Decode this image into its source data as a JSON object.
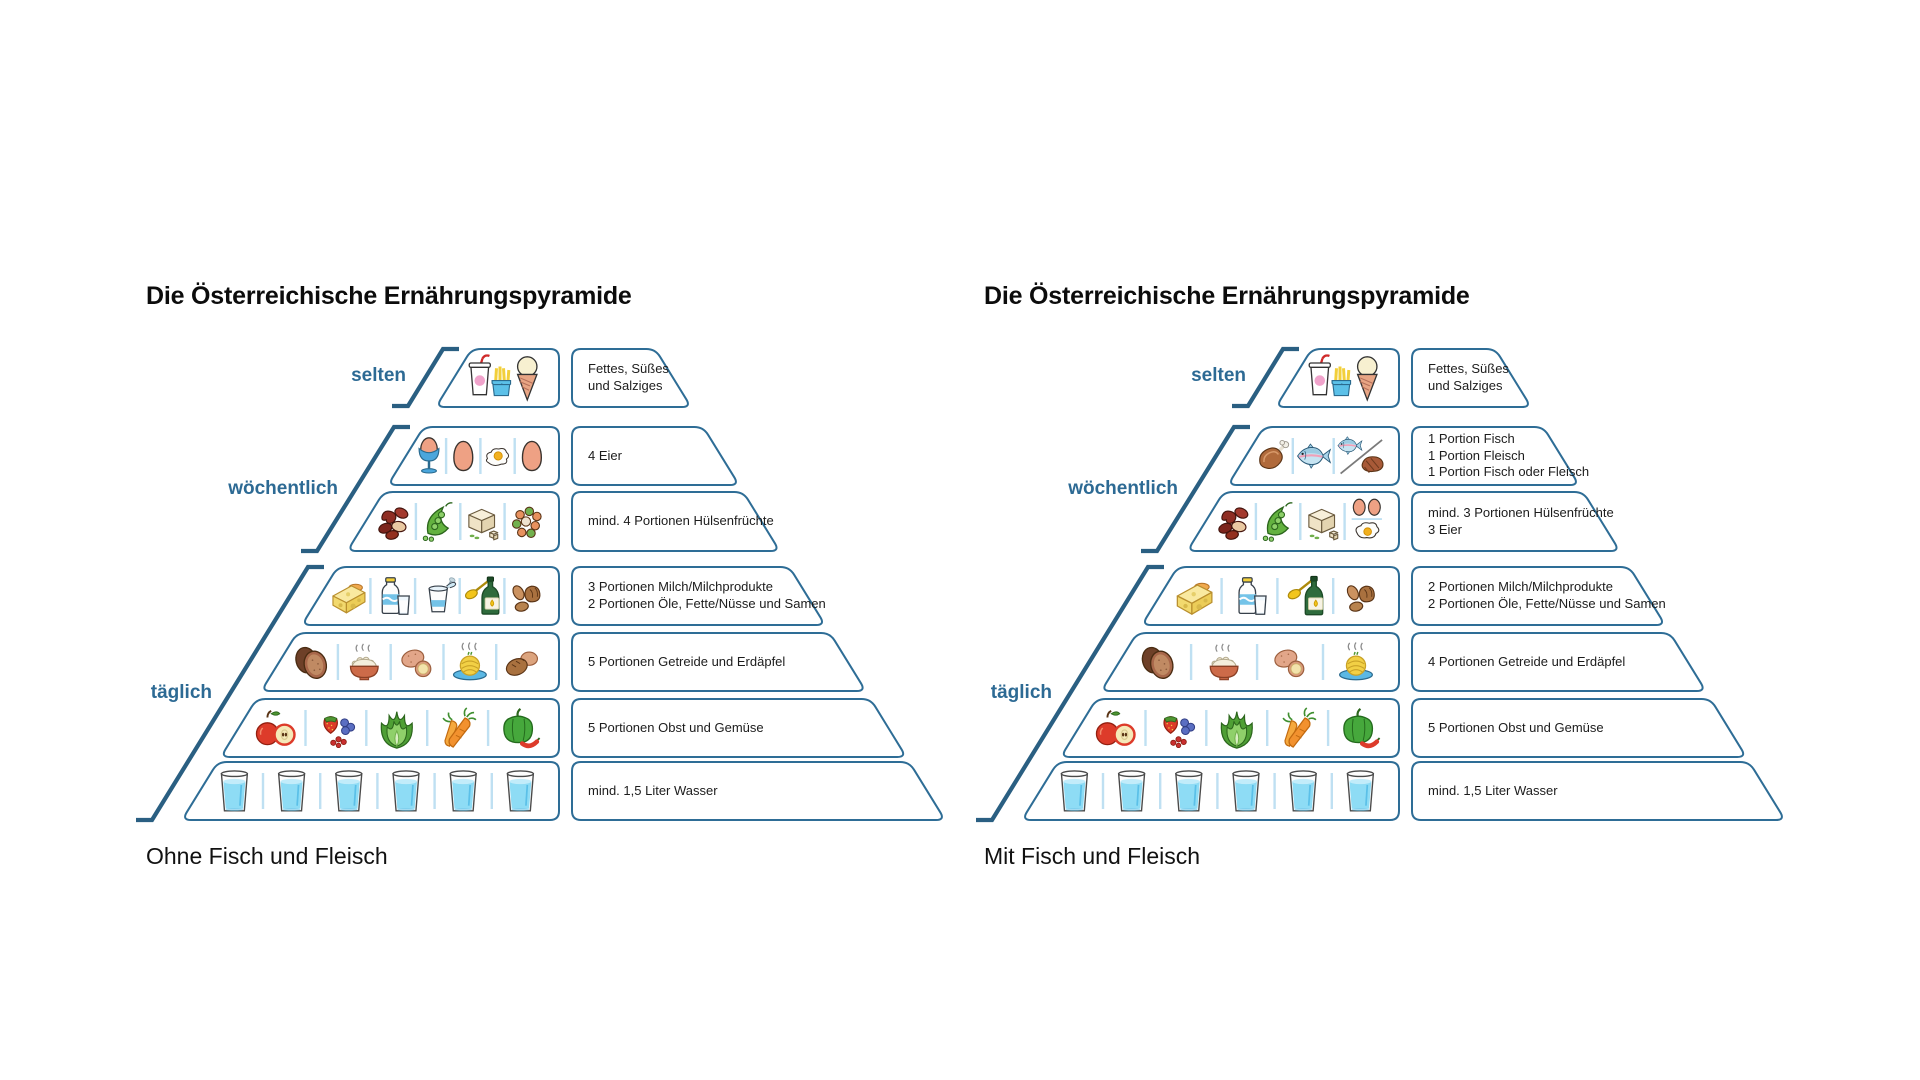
{
  "colors": {
    "box_border_blue": "#2e6d96",
    "bracket_blue": "#2a5f82",
    "divider_light_blue": "#bfe0f2",
    "frequency_label_blue": "#2d6a94",
    "water_blue": "#8edcf5",
    "text_dark": "#1c1c1c"
  },
  "left": {
    "title": "Die Österreichische Ernährungspyramide",
    "caption": "Ohne Fisch und Fleisch",
    "frequency": {
      "selten": "selten",
      "weekly": "wöchentlich",
      "daily": "täglich"
    },
    "rows": [
      {
        "name": "selten",
        "label": "Fettes, Süßes\nund Salziges",
        "icons": [
          "junk-food"
        ]
      },
      {
        "name": "eier",
        "label": "4 Eier",
        "icons": [
          "egg-cup",
          "egg",
          "fried-egg",
          "egg"
        ]
      },
      {
        "name": "huelsenfruechte",
        "label": "mind. 4 Portionen Hülsenfrüchte",
        "icons": [
          "kidney-beans",
          "pea-pod",
          "tofu",
          "mixed-beans"
        ]
      },
      {
        "name": "milch-oele",
        "label": "3 Portionen Milch/Milchprodukte\n2 Portionen Öle, Fette/Nüsse und Samen",
        "icons": [
          "cheese",
          "milk",
          "yogurt",
          "oil",
          "nuts"
        ]
      },
      {
        "name": "getreide",
        "label": "5 Portionen Getreide und Erdäpfel",
        "icons": [
          "bread",
          "rice",
          "potatoes",
          "pasta",
          "rolls"
        ]
      },
      {
        "name": "obst-gemuese",
        "label": "5 Portionen Obst und Gemüse",
        "icons": [
          "apple",
          "berries",
          "lettuce",
          "carrots",
          "pepper"
        ]
      },
      {
        "name": "wasser",
        "label": "mind. 1,5 Liter Wasser",
        "icons": [
          "water-glass",
          "water-glass",
          "water-glass",
          "water-glass",
          "water-glass",
          "water-glass"
        ]
      }
    ]
  },
  "right": {
    "title": "Die Österreichische Ernährungspyramide",
    "caption": "Mit Fisch und Fleisch",
    "frequency": {
      "selten": "selten",
      "weekly": "wöchentlich",
      "daily": "täglich"
    },
    "rows": [
      {
        "name": "selten",
        "label": "Fettes, Süßes\nund Salziges",
        "icons": [
          "junk-food"
        ]
      },
      {
        "name": "fisch-fleisch",
        "label": "1 Portion Fisch\n1 Portion Fleisch\n1 Portion Fisch oder Fleisch",
        "icons": [
          "meat-leg",
          "fish",
          "fish-or-meat"
        ]
      },
      {
        "name": "huelsenfruechte-eier",
        "label": "mind. 3 Portionen Hülsenfrüchte\n3 Eier",
        "icons": [
          "kidney-beans",
          "pea-pod",
          "tofu",
          "three-eggs"
        ]
      },
      {
        "name": "milch-oele",
        "label": "2 Portionen Milch/Milchprodukte\n2 Portionen Öle, Fette/Nüsse und Samen",
        "icons": [
          "cheese",
          "milk",
          "oil",
          "nuts"
        ]
      },
      {
        "name": "getreide",
        "label": "4 Portionen Getreide und Erdäpfel",
        "icons": [
          "bread",
          "rice",
          "potatoes",
          "pasta"
        ]
      },
      {
        "name": "obst-gemuese",
        "label": "5 Portionen Obst und Gemüse",
        "icons": [
          "apple",
          "berries",
          "lettuce",
          "carrots",
          "pepper"
        ]
      },
      {
        "name": "wasser",
        "label": "mind. 1,5 Liter Wasser",
        "icons": [
          "water-glass",
          "water-glass",
          "water-glass",
          "water-glass",
          "water-glass",
          "water-glass"
        ]
      }
    ]
  }
}
